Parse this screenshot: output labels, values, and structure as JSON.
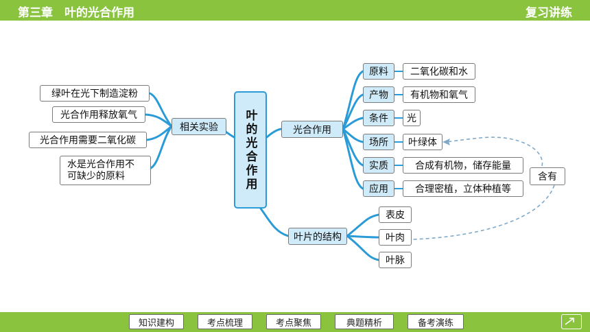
{
  "header": {
    "title": "第三章　叶的光合作用",
    "section": "复习讲练"
  },
  "center": {
    "label": "叶的光合作用"
  },
  "experiments": {
    "label": "相关实验",
    "items": [
      "绿叶在光下制造淀粉",
      "光合作用释放氧气",
      "光合作用需要二氧化碳",
      "水是光合作用不可缺少的原料"
    ]
  },
  "photosynthesis": {
    "label": "光合作用",
    "rows": [
      {
        "key": "原料",
        "value": "二氧化碳和水"
      },
      {
        "key": "产物",
        "value": "有机物和氧气"
      },
      {
        "key": "条件",
        "value": "光"
      },
      {
        "key": "场所",
        "value": "叶绿体"
      },
      {
        "key": "实质",
        "value": "合成有机物，储存能量"
      },
      {
        "key": "应用",
        "value": "合理密植，立体种植等"
      }
    ]
  },
  "leaf_structure": {
    "label": "叶片的结构",
    "items": [
      "表皮",
      "叶肉",
      "叶脉"
    ]
  },
  "contains": {
    "label": "含有"
  },
  "nav": {
    "items": [
      "知识建构",
      "考点梳理",
      "考点聚焦",
      "典题精析",
      "备考演练"
    ]
  },
  "colors": {
    "accent": "#8ac43f",
    "link": "#2a9bd6",
    "node_fill": "#cfeaf8"
  }
}
